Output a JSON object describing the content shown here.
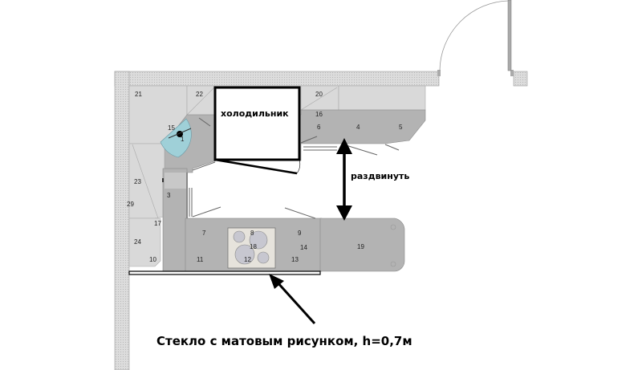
{
  "labels": {
    "fridge": "холодильник",
    "expand": "раздвинуть",
    "glass_note": "Стекло с матовым рисунком, h=0,7м"
  },
  "module_numbers": [
    "1",
    "3",
    "4",
    "5",
    "6",
    "7",
    "8",
    "9",
    "10",
    "11",
    "12",
    "13",
    "14",
    "15",
    "16",
    "17",
    "18",
    "19",
    "20",
    "21",
    "22",
    "23",
    "24",
    "29"
  ],
  "colors": {
    "wall": "#d4d4d4",
    "cabinet_light": "#d9d9d9",
    "countertop": "#b3b3b3",
    "carousel": "#9fd0d8",
    "hob": "#e6e3dc",
    "burner": "#c7c7d0"
  }
}
